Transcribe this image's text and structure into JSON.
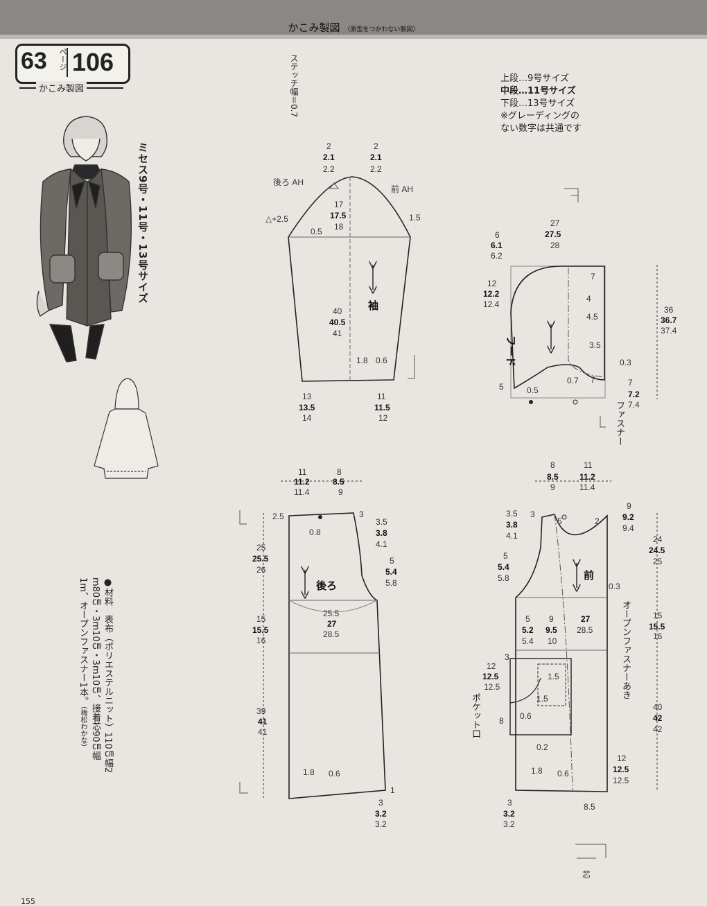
{
  "header": {
    "title": "かこみ製図",
    "subtitle": "〈原型をつかわない製図〉"
  },
  "badge": {
    "ref_page": "63",
    "unit": "ページ",
    "number": "106",
    "label": "かこみ製図"
  },
  "sizes_title": "ミセス9号・11号・13号サイズ",
  "stitch_note": "ステッチ幅＝0.7",
  "legend": {
    "line1": "上段…9号サイズ",
    "line2": "中段…11号サイズ",
    "line3": "下段…13号サイズ",
    "line4": "※グレーディングの",
    "line5": "ない数字は共通です"
  },
  "materials": {
    "line1": "●材料　表布（ポリエステルニット）110㎝幅2",
    "line2": "m80㎝・3m10㎝・3m10㎝、接着芯90㎝幅",
    "line3": "1m、オープンファスナー1本。",
    "credit": "（梅松わかな）"
  },
  "sleeve": {
    "label": "袖",
    "back_ah": "後ろ AH",
    "front_ah": "前 AH",
    "cap_left": [
      "2",
      "2.1",
      "2.2"
    ],
    "cap_right": [
      "2",
      "2.1",
      "2.2"
    ],
    "cap_height": [
      "17",
      "17.5",
      "18"
    ],
    "length": [
      "40",
      "40.5",
      "41"
    ],
    "hem_left": [
      "13",
      "13.5",
      "14"
    ],
    "hem_right": [
      "11",
      "11.5",
      "12"
    ],
    "tri_note": "△+2.5",
    "d05": "0.5",
    "d15": "1.5",
    "d18": "1.8",
    "d06": "0.6"
  },
  "hood": {
    "label": "フード",
    "zipper": "ファスナー",
    "width": [
      "27",
      "27.5",
      "28"
    ],
    "top_left": [
      "6",
      "6.1",
      "6.2"
    ],
    "side": [
      "12",
      "12.2",
      "12.4"
    ],
    "height": [
      "36",
      "36.7",
      "37.4"
    ],
    "bottom_right": [
      "7",
      "7.2",
      "7.4"
    ],
    "d7": "7",
    "d4": "4",
    "d45": "4.5",
    "d35": "3.5",
    "d03": "0.3",
    "d5": "5",
    "d05": "0.5",
    "d07": "0.7"
  },
  "back": {
    "label": "後ろ",
    "top_w1": [
      "11",
      "11.2",
      "11.4"
    ],
    "top_w2": [
      "8",
      "8.5",
      "9"
    ],
    "yoke_h": [
      "25",
      "25.5",
      "26"
    ],
    "mid_h": [
      "15",
      "15.5",
      "16"
    ],
    "low_h": [
      "39",
      "41",
      "41"
    ],
    "chest_w": [
      "25.5",
      "27",
      "28.5"
    ],
    "arm1": [
      "3.5",
      "3.8",
      "4.1"
    ],
    "arm2": [
      "5",
      "5.4",
      "5.8"
    ],
    "hem": [
      "3",
      "3.2",
      "3.2"
    ],
    "d25": "2.5",
    "d3": "3",
    "d08": "0.8",
    "d18": "1.8",
    "d06": "0.6",
    "d1": "1"
  },
  "front": {
    "label": "前",
    "top_w1": [
      "8",
      "8.5",
      "9"
    ],
    "top_w2": [
      "11",
      "11.2",
      "11.4"
    ],
    "neck": [
      "9",
      "9.2",
      "9.4"
    ],
    "yoke_h": [
      "24",
      "24.5",
      "25"
    ],
    "mid_h": [
      "15",
      "15.5",
      "16"
    ],
    "low_h": [
      "40",
      "42",
      "42"
    ],
    "arm1": [
      "3.5",
      "3.8",
      "4.1"
    ],
    "arm2": [
      "5",
      "5.4",
      "5.8"
    ],
    "pocket_top": [
      "5",
      "5.2",
      "5.4"
    ],
    "pocket_w": [
      "9",
      "9.5",
      "10"
    ],
    "chest_w": [
      "27",
      "28.5"
    ],
    "side_left": [
      "12",
      "12.5",
      "12.5"
    ],
    "hem_right": [
      "12",
      "12.5",
      "12.5"
    ],
    "hem": [
      "3",
      "3.2",
      "3.2"
    ],
    "pocket_label": "ポケット口",
    "zipper_label": "オープンファスナーあき",
    "interfacing": "芯",
    "d3": "3",
    "d5": "5",
    "d2": "2",
    "d03": "0.3",
    "d15a": "1.5",
    "d15b": "1.5",
    "d06": "0.6",
    "d02": "0.2",
    "d8": "8",
    "d18": "1.8",
    "d06b": "0.6",
    "d85": "8.5"
  },
  "page_number": "155"
}
